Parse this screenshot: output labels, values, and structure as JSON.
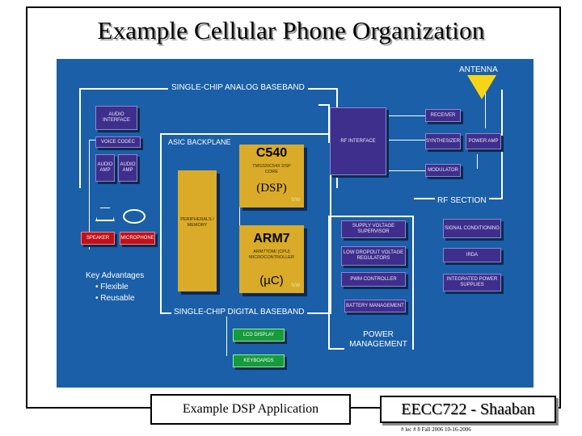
{
  "title": "Example Cellular Phone Organization",
  "diagram": {
    "antenna": "ANTENNA",
    "analog_baseband": "SINGLE-CHIP ANALOG BASEBAND",
    "digital_baseband": "SINGLE-CHIP DIGITAL BASEBAND",
    "asic_backplane": "ASIC BACKPLANE",
    "rf_section": "RF SECTION",
    "power_management": "POWER MANAGEMENT",
    "audio_interface": "AUDIO INTERFACE",
    "voice_codec": "VOICE CODEC",
    "audio_amp_1": "AUDIO AMP",
    "audio_amp_2": "AUDIO AMP",
    "speaker": "SPEAKER",
    "microphone": "MICROPHONE",
    "rf_interface": "RF INTERFACE",
    "receiver": "RECEIVER",
    "synthesizer": "SYNTHESIZER",
    "power_amp": "POWER AMP",
    "modulator": "MODULATOR",
    "peripherals": "PERIPHERALS / MEMORY",
    "c540": "C540",
    "dsp": "(DSP)",
    "c540_core": "TMS320C54X DSP CORE",
    "arm7": "ARM7",
    "uc": "(µC)",
    "arm7_core": "ARM7TDMI (CPU) MICROCONTROLLER",
    "sw1": "S/W",
    "sw2": "S/W",
    "supply_supervisor": "SUPPLY VOLTAGE SUPERVISOR",
    "ldo": "LOW DROPOUT VOLTAGE REGULATORS",
    "pwm": "PWM CONTROLLER",
    "battery": "BATTERY MANAGEMENT",
    "signal_conditioning": "SIGNAL CONDITIONING",
    "irda": "IRDA",
    "integrated_power": "INTEGRATED POWER SUPPLIES",
    "lcd_display": "LCD DISPLAY",
    "keyboards": "KEYBOARDS",
    "key_advantages": {
      "heading": "Key Advantages",
      "item1": "• Flexible",
      "item2": "• Reusable"
    }
  },
  "caption": "Example DSP Application",
  "course": "EECC722 - Shaaban",
  "footer": "#  lec # 8    Fall 2006   10-16-2006"
}
